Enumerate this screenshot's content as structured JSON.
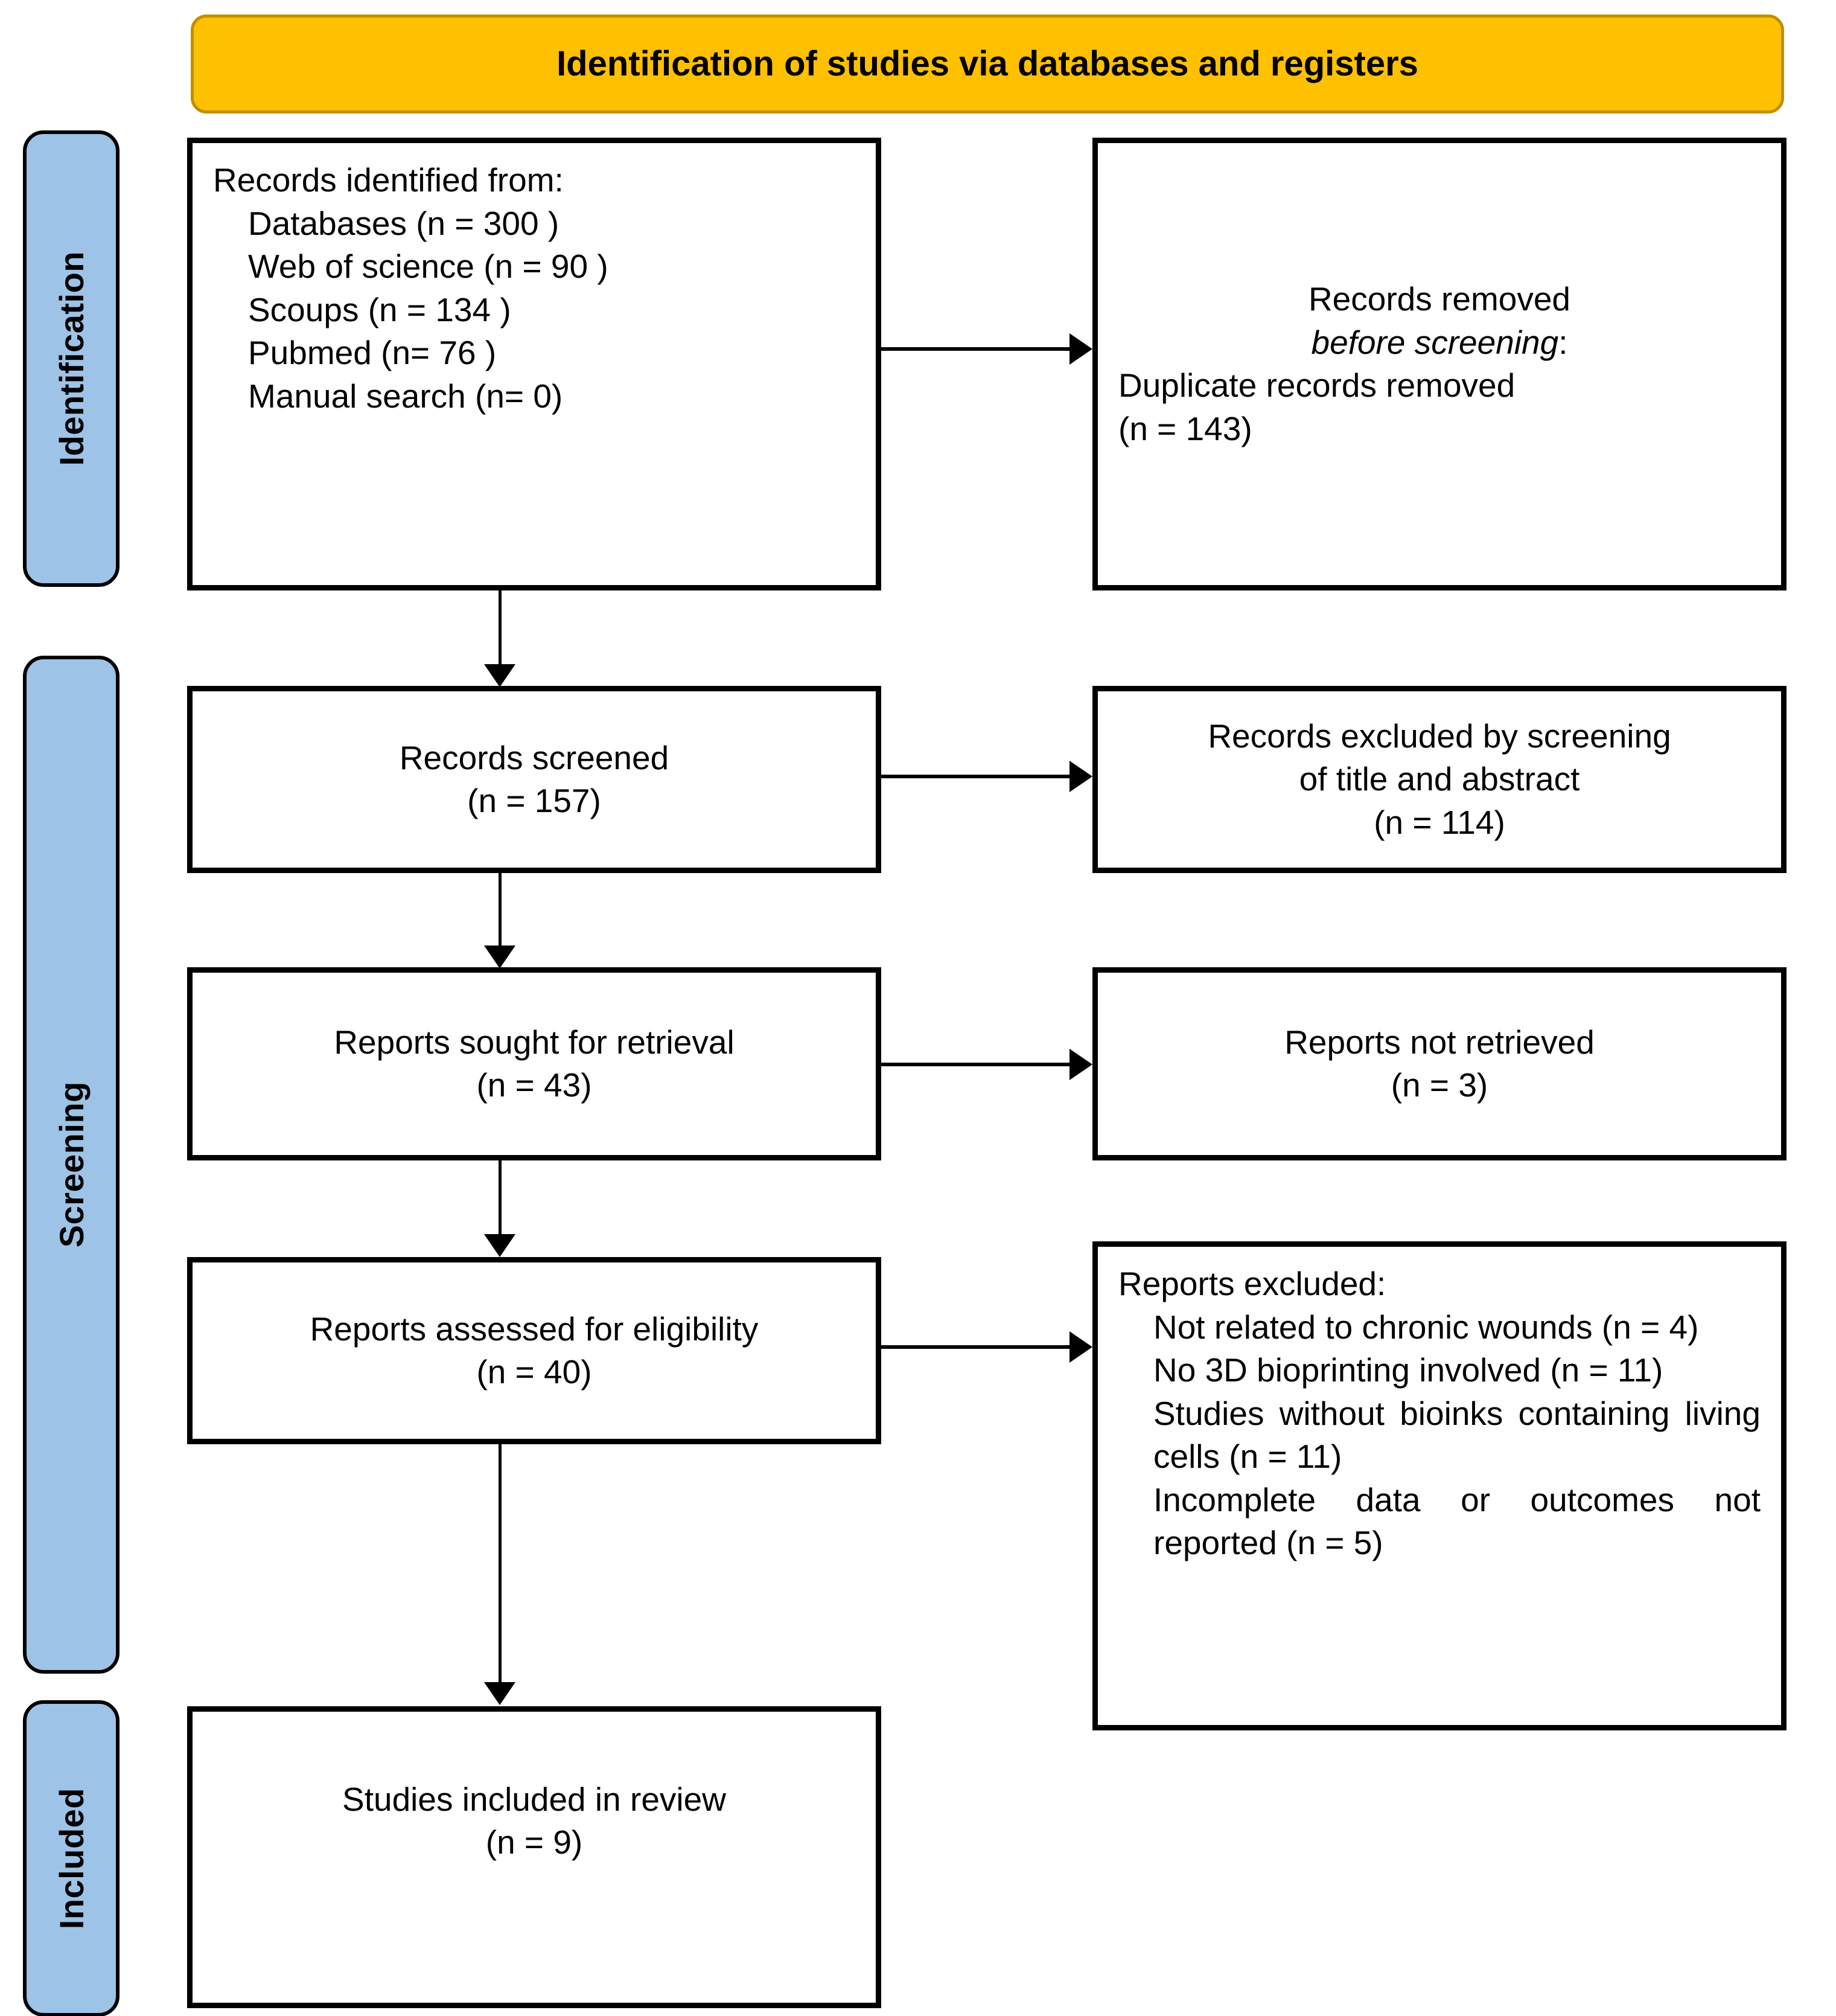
{
  "banner": {
    "title": "Identification of studies via databases and registers",
    "fill_color": "#FFC000",
    "border_color": "#BF9000"
  },
  "stages": [
    {
      "label": "Identification",
      "fill_color": "#9DC3E6"
    },
    {
      "label": "Screening",
      "fill_color": "#9DC3E6"
    },
    {
      "label": "Included",
      "fill_color": "#9DC3E6"
    }
  ],
  "flow": {
    "identified": {
      "heading": "Records identified from:",
      "sources": [
        "Databases (n = 300 )",
        "Web of science (n = 90 )",
        "Scoups (n = 134 )",
        "Pubmed (n= 76 )",
        "Manual search (n= 0)"
      ]
    },
    "removed_before_screening": {
      "line1": "Records removed",
      "line2_italic": "before screening",
      "line2_suffix": ":",
      "line3": "Duplicate records removed",
      "line4": "(n = 143)"
    },
    "records_screened": {
      "line1": "Records screened",
      "line2": "(n = 157)"
    },
    "records_excluded": {
      "line1": "Records excluded by screening",
      "line2": "of title and abstract",
      "line3": "(n = 114)"
    },
    "reports_sought": {
      "line1": "Reports sought for retrieval",
      "line2": "(n = 43)"
    },
    "reports_not_retrieved": {
      "line1": "Reports not retrieved",
      "line2": "(n = 3)"
    },
    "reports_assessed": {
      "line1": "Reports assessed for eligibility",
      "line2": "(n = 40)"
    },
    "reports_excluded": {
      "heading": "Reports excluded:",
      "reasons": [
        "Not related to chronic wounds (n = 4)",
        "No 3D bioprinting involved (n = 11)",
        "Studies without bioinks containing living cells (n = 11)",
        "Incomplete data or outcomes not reported (n = 5)"
      ]
    },
    "studies_included": {
      "line1": "Studies included in review",
      "line2": "(n = 9)"
    }
  }
}
